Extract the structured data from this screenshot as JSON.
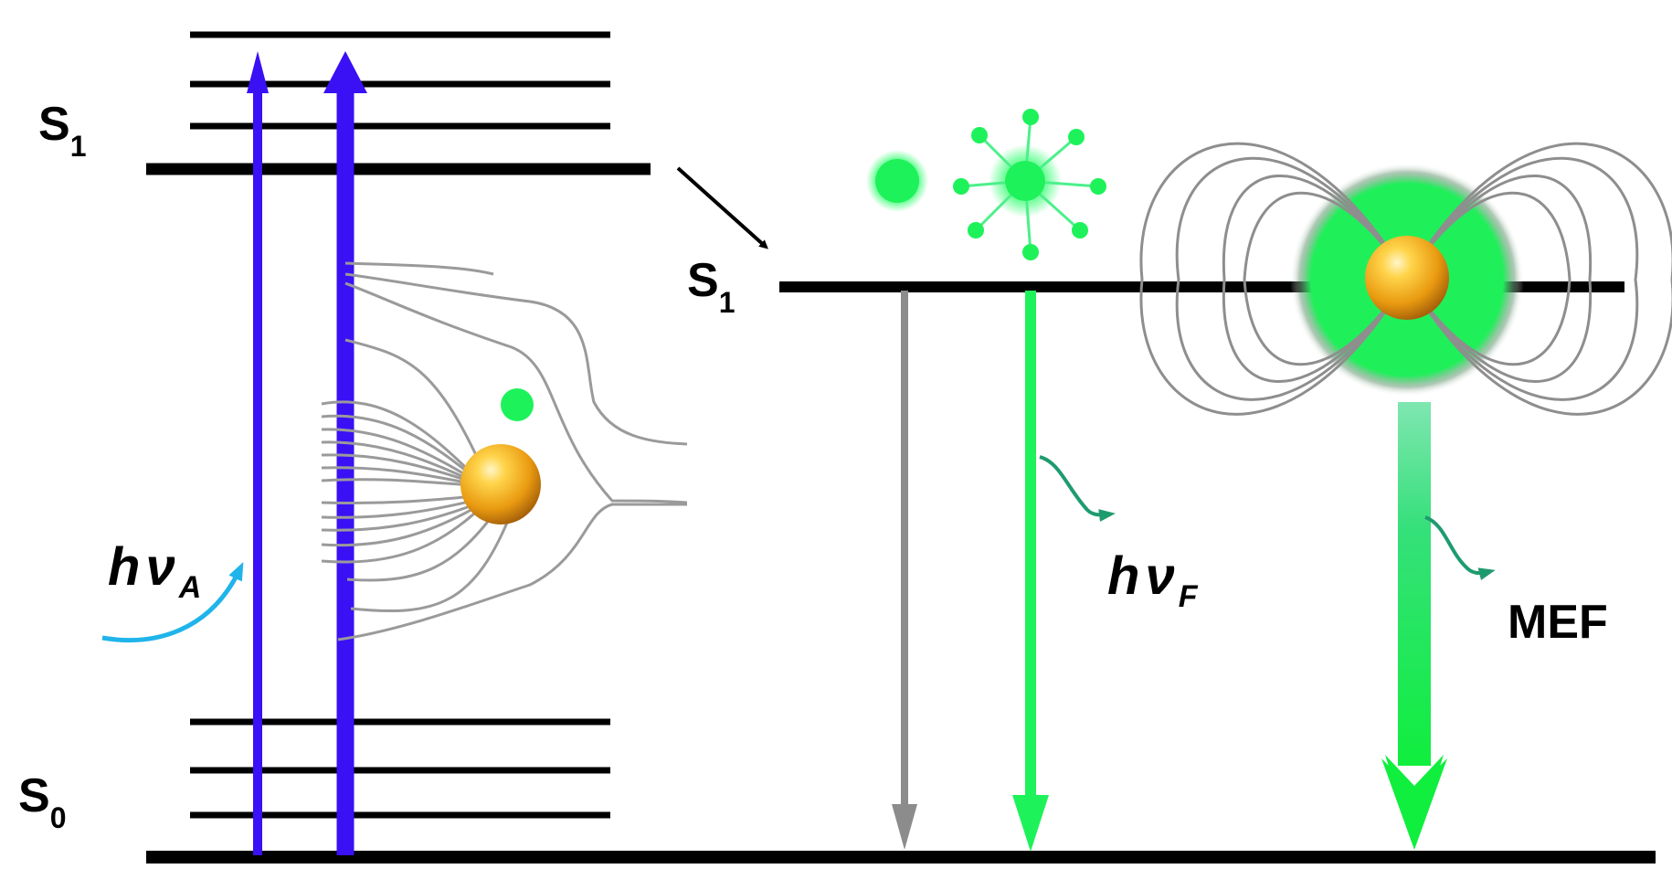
{
  "labels": {
    "s1_left": {
      "main": "S",
      "sub": "1"
    },
    "s1_right": {
      "main": "S",
      "sub": "1"
    },
    "s0": {
      "main": "S",
      "sub": "0"
    },
    "h_nu_a": {
      "h": "h",
      "nu": "ν",
      "sub": "A"
    },
    "h_nu_f": {
      "h": "h",
      "nu": "ν",
      "sub": "F"
    },
    "mef": "MEF"
  },
  "colors": {
    "level": "#000000",
    "absorption": "#3a10f5",
    "fluorescence": "#1ef25a",
    "nonradiative": "#8c8c8c",
    "photon_arrow_in": "#1fb4ea",
    "photon_arrow_out": "#1e9b6e",
    "nanoparticle": "#f0a81e",
    "field_lines": "#9a9a9a"
  }
}
